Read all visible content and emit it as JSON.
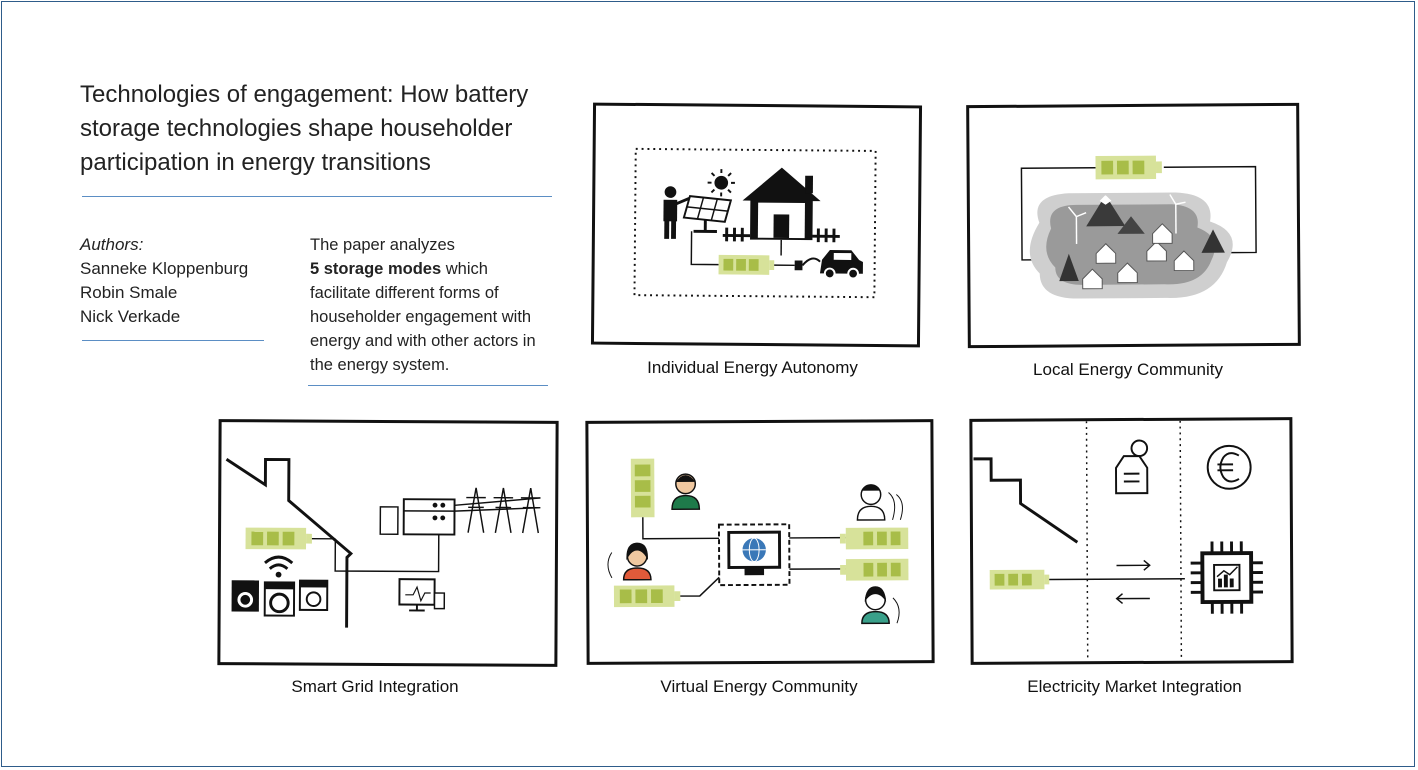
{
  "title": "Technologies of engagement: How battery storage technologies shape householder participation in energy transitions",
  "authors": {
    "label": "Authors:",
    "names": [
      "Sanneke Kloppenburg",
      "Robin Smale",
      "Nick Verkade"
    ]
  },
  "abstract": {
    "lead": "The paper analyzes",
    "highlight": "5 storage modes",
    "rest": "which facilitate different forms of householder engagement with energy and with other actors in the energy system."
  },
  "modes": [
    {
      "caption": "Individual Energy Autonomy",
      "icon": "house-solar-battery-car-icon"
    },
    {
      "caption": "Local Energy Community",
      "icon": "village-battery-icon"
    },
    {
      "caption": "Smart Grid Integration",
      "icon": "house-appliances-grid-icon"
    },
    {
      "caption": "Virtual Energy Community",
      "icon": "people-batteries-network-icon"
    },
    {
      "caption": "Electricity Market Integration",
      "icon": "house-battery-market-icon"
    }
  ],
  "colors": {
    "frame": "#2e5c8a",
    "rule": "#5b8ec4",
    "battery_fill": "#d7e29a",
    "battery_cell": "#a8bd48",
    "panel_border": "#111111"
  }
}
